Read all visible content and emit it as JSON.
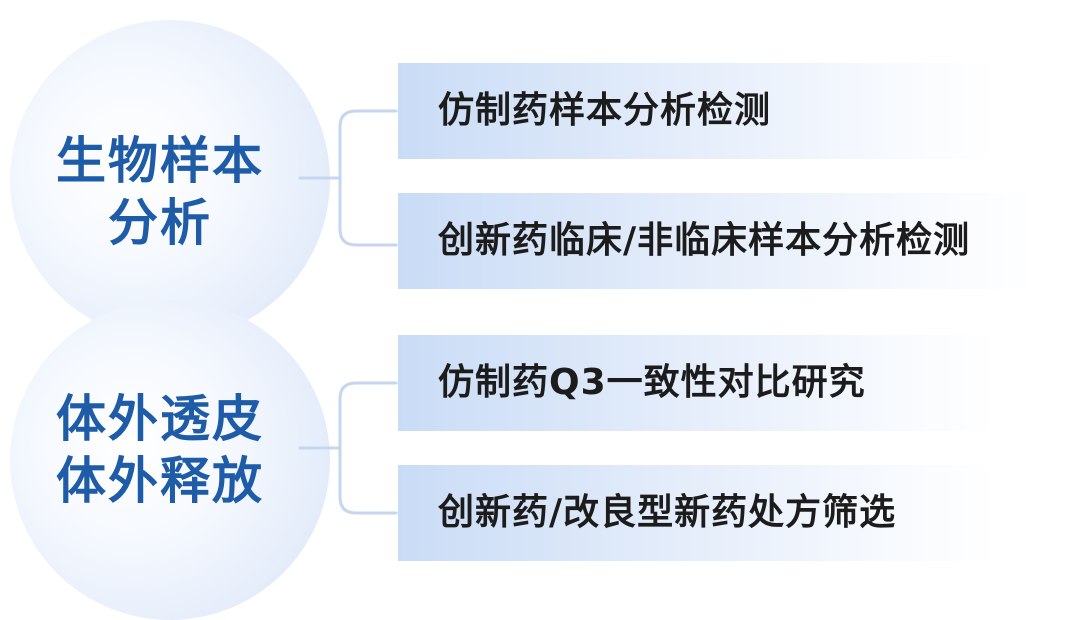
{
  "groups": [
    {
      "label_lines": [
        "生物样本",
        "分析"
      ],
      "items": [
        "仿制药样本分析检测",
        "创新药临床/非临床样本分析检测"
      ]
    },
    {
      "label_lines": [
        "体外透皮",
        "体外释放"
      ],
      "items": [
        "仿制药Q3一致性对比研究",
        "创新药/改良型新药处方筛选"
      ]
    }
  ],
  "colors": {
    "hub_text": "#1f5ca8",
    "item_text": "#1c1c1c",
    "connector": "#c7d6ef",
    "box_start": "#c9dcf6"
  }
}
